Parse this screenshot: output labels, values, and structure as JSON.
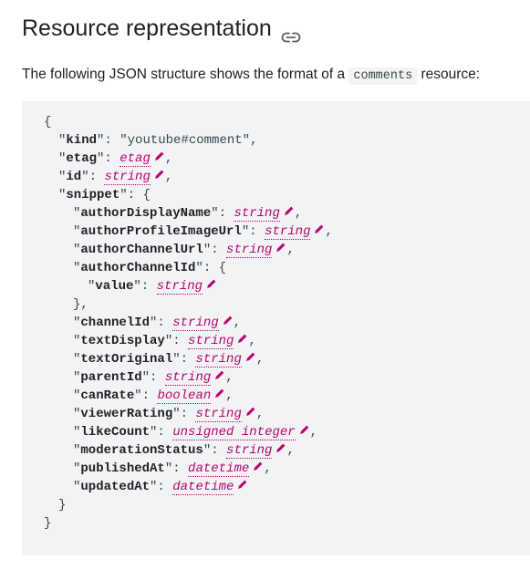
{
  "heading": "Resource representation",
  "intro": {
    "before": "The following JSON structure shows the format of a ",
    "code": "comments",
    "after": " resource:"
  },
  "code": {
    "open_brace": "{",
    "close_brace": "}",
    "kind_key": "kind",
    "kind_value": "\"youtube#comment\"",
    "etag_key": "etag",
    "etag_type": "etag",
    "id_key": "id",
    "id_type": "string",
    "snippet_key": "snippet",
    "snippet_open": "{",
    "snippet_close": "}",
    "fields": [
      {
        "key": "authorDisplayName",
        "type": "string"
      },
      {
        "key": "authorProfileImageUrl",
        "type": "string"
      },
      {
        "key": "authorChannelUrl",
        "type": "string"
      }
    ],
    "author_channel_id_key": "authorChannelId",
    "author_channel_id_open": "{",
    "value_key": "value",
    "value_type": "string",
    "author_channel_id_close": "},",
    "fields2": [
      {
        "key": "channelId",
        "type": "string"
      },
      {
        "key": "textDisplay",
        "type": "string"
      },
      {
        "key": "textOriginal",
        "type": "string"
      },
      {
        "key": "parentId",
        "type": "string"
      },
      {
        "key": "canRate",
        "type": "boolean"
      },
      {
        "key": "viewerRating",
        "type": "string"
      },
      {
        "key": "likeCount",
        "type": "unsigned integer"
      },
      {
        "key": "moderationStatus",
        "type": "string"
      },
      {
        "key": "publishedAt",
        "type": "datetime"
      },
      {
        "key": "updatedAt",
        "type": "datetime"
      }
    ]
  }
}
